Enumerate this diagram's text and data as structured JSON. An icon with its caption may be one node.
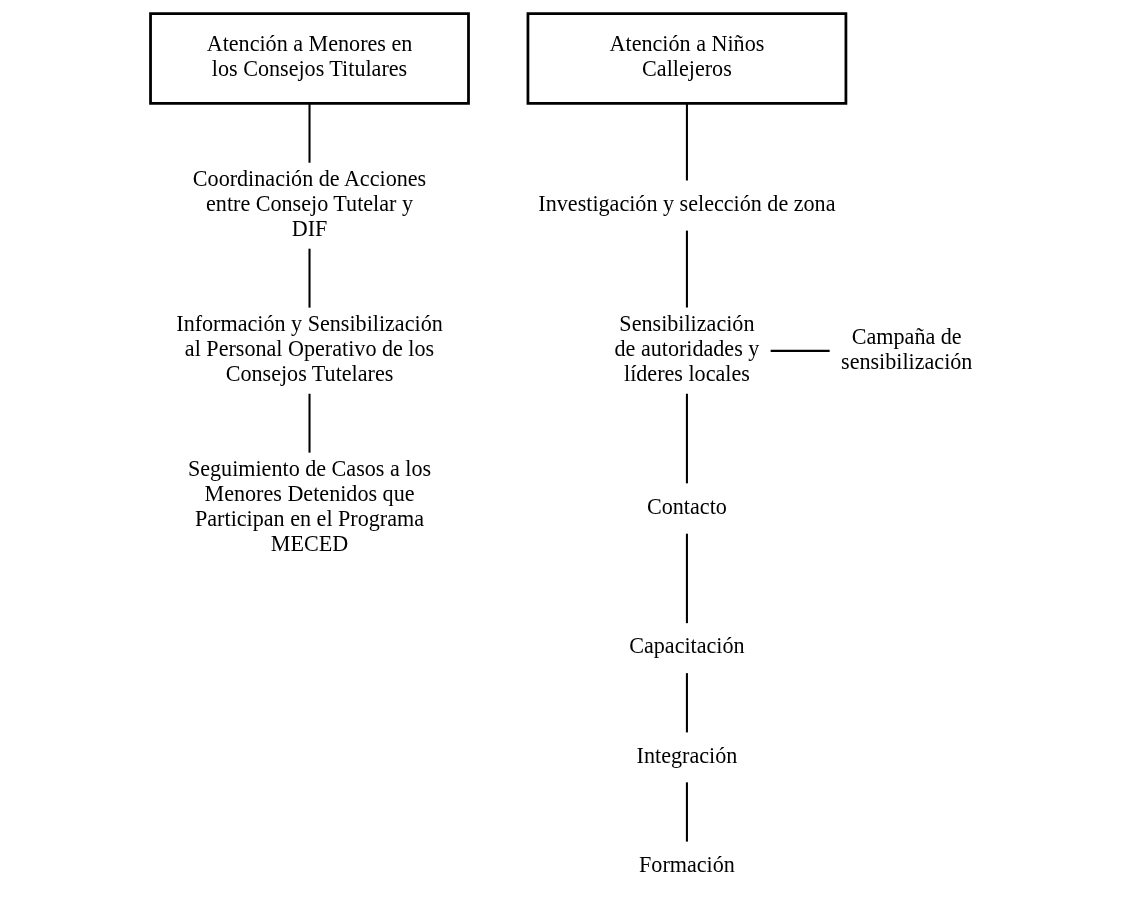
{
  "diagram": {
    "nodes": [
      {
        "text": [
          "Atención a Menores en los Consejos Titulares"
        ]
      },
      {
        "text": [
          "Coordinación de Acciones entre Consejo Tutelar y DIF"
        ]
      },
      {
        "text": [
          "Información y Sensibilización al Personal Operativo de los Consejos Tutelares"
        ]
      },
      {
        "text": [
          "Seguimiento de Casos a los Menores Detenidos que Participan en el Programa MECED"
        ]
      },
      {
        "text": [
          "Atención a Niños Callejeros"
        ]
      },
      {
        "text": [
          "Investigación y selección de zona"
        ]
      },
      {
        "text": [
          "Sensibilización de autoridades y líderes locales"
        ]
      },
      {
        "text": [
          "Campaña de sensibilización"
        ]
      },
      {
        "text": [
          "Contacto"
        ]
      },
      {
        "text": [
          "Capacitación"
        ]
      },
      {
        "text": [
          "Integración"
        ]
      },
      {
        "text": [
          "Formación"
        ]
      }
    ],
    "edges": [
      {
        "from": 0,
        "to": 1,
        "arrow": "none"
      },
      {
        "from": 1,
        "to": 2,
        "arrow": "none"
      },
      {
        "from": 2,
        "to": 3,
        "arrow": "none"
      },
      {
        "from": 4,
        "to": 5,
        "arrow": "none"
      },
      {
        "from": 5,
        "to": 6,
        "arrow": "none"
      },
      {
        "from": 6,
        "to": 7,
        "arrow": "none"
      },
      {
        "from": 6,
        "to": 8,
        "arrow": "none"
      },
      {
        "from": 8,
        "to": 9,
        "arrow": "none"
      },
      {
        "from": 9,
        "to": 10,
        "arrow": "none"
      },
      {
        "from": 10,
        "to": 11,
        "arrow": "none"
      }
    ]
  }
}
